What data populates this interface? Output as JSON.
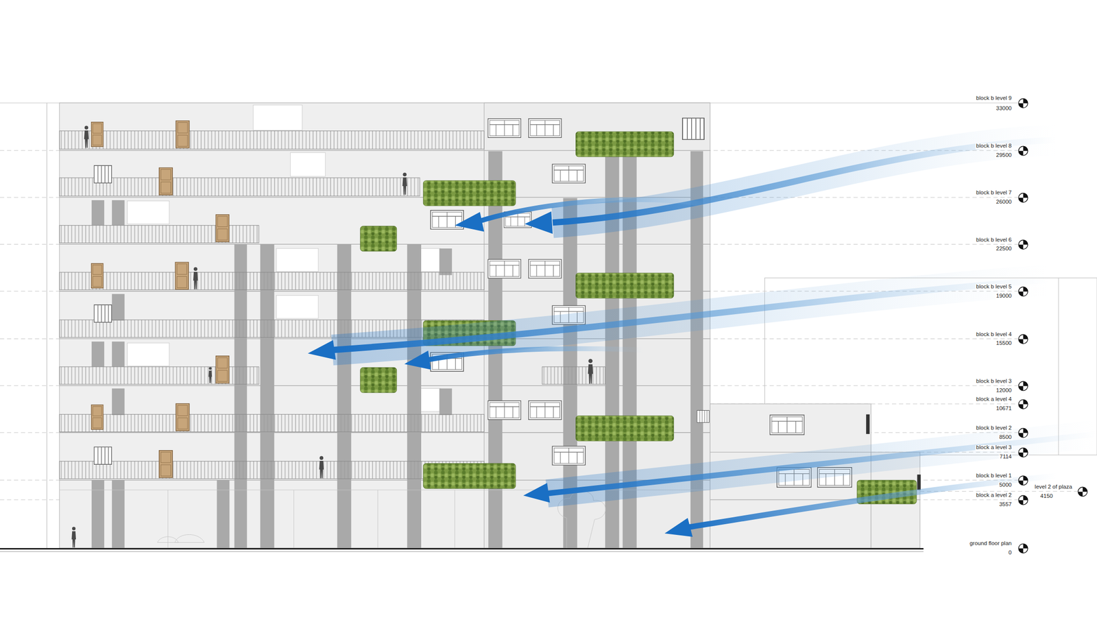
{
  "diagram": {
    "labels": [
      "block b level 9",
      "33000",
      "block b level 8",
      "29500",
      "block b level 7",
      "26000",
      "block b level 6",
      "22500",
      "block b level 5",
      "19000",
      "block b level 4",
      "15500",
      "block b level 3",
      "12000",
      "block a level 4",
      "10671",
      "block b level 2",
      "8500",
      "block a level 3",
      "7114",
      "block b level 1",
      "5000",
      "level 2 of plaza",
      "4150",
      "block a level 2",
      "3557",
      "ground floor plan",
      "0"
    ]
  }
}
